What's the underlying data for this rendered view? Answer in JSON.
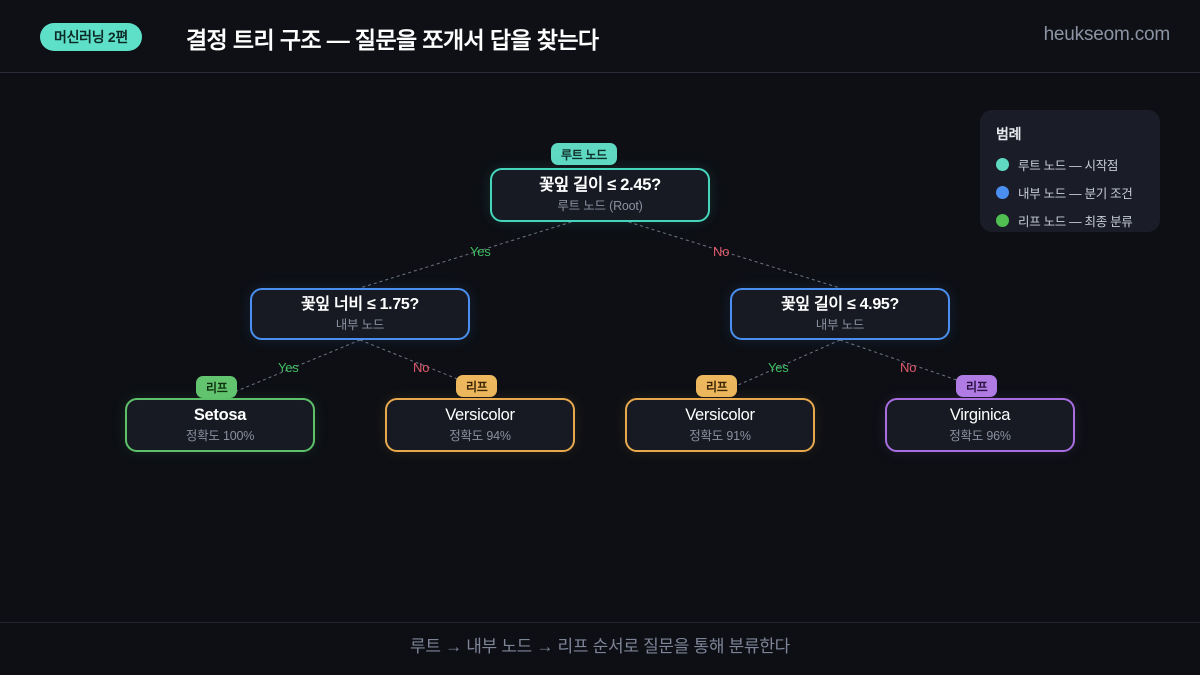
{
  "header": {
    "chip": "머신러닝 2편",
    "title": "결정 트리 구조 — 질문을 쪼개서 답을 찾는다",
    "watermark": "heukseom.com"
  },
  "footer": {
    "text": "루트 → 내부 노드 → 리프 순서로 질문을 통해 분류한다"
  },
  "legend": {
    "title": "범례",
    "items": [
      {
        "label": "루트 노드  — 시작점",
        "color": "#5fd9c2"
      },
      {
        "label": "내부 노드 — 분기 조건",
        "color": "#4a8eef"
      },
      {
        "label": "리프 노드 — 최종 분류",
        "color": "#4fbf52"
      }
    ]
  },
  "chart_data": {
    "type": "diagram",
    "title": "결정 트리 구조 — 질문을 쪼개서 답을 찾는다",
    "subtitle": "루트 → 내부 노드 → 리프 순서로 질문을 통해 분류한다",
    "nodes": [
      {
        "id": "root",
        "kind": "root",
        "label": "꽃잎 길이 ≤ 2.45?",
        "sub": "루트 노드 (Root)",
        "badge": "루트 노드",
        "accent": "#44d6bd"
      },
      {
        "id": "n1",
        "kind": "internal",
        "label": "꽃잎 너비 ≤ 1.75?",
        "sub": "내부 노드",
        "badge": "",
        "accent": "#4a8eef"
      },
      {
        "id": "n2",
        "kind": "internal",
        "label": "꽃잎 길이 ≤ 4.95?",
        "sub": "내부 노드",
        "badge": "",
        "accent": "#4a8eef"
      },
      {
        "id": "l1",
        "kind": "leaf",
        "label": "Setosa",
        "sub": "정확도 100%",
        "badge": "리프",
        "accent": "#5ec16a"
      },
      {
        "id": "l2",
        "kind": "leaf",
        "label": "Versicolor",
        "sub": "정확도 94%",
        "badge": "리프",
        "accent": "#e8a94e"
      },
      {
        "id": "l3",
        "kind": "leaf",
        "label": "Versicolor",
        "sub": "정확도 91%",
        "badge": "리프",
        "accent": "#e8a94e"
      },
      {
        "id": "l4",
        "kind": "leaf",
        "label": "Virginica",
        "sub": "정확도 96%",
        "badge": "리프",
        "accent": "#a86ee0"
      }
    ],
    "edges": [
      {
        "from": "root",
        "to": "l1_branch",
        "label": "Yes"
      },
      {
        "from": "root",
        "to": "n2",
        "label": "No"
      },
      {
        "from": "n1",
        "to": "l1",
        "label": "Yes"
      },
      {
        "from": "n1",
        "to": "l2",
        "label": "No"
      },
      {
        "from": "n2",
        "to": "l3",
        "label": "Yes"
      },
      {
        "from": "n2",
        "to": "l4",
        "label": "No"
      }
    ],
    "edge_labels": {
      "root_yes": "Yes",
      "root_no": "No",
      "n1_yes": "Yes",
      "n1_no": "No",
      "n2_yes": "Yes",
      "n2_no": "No"
    }
  }
}
